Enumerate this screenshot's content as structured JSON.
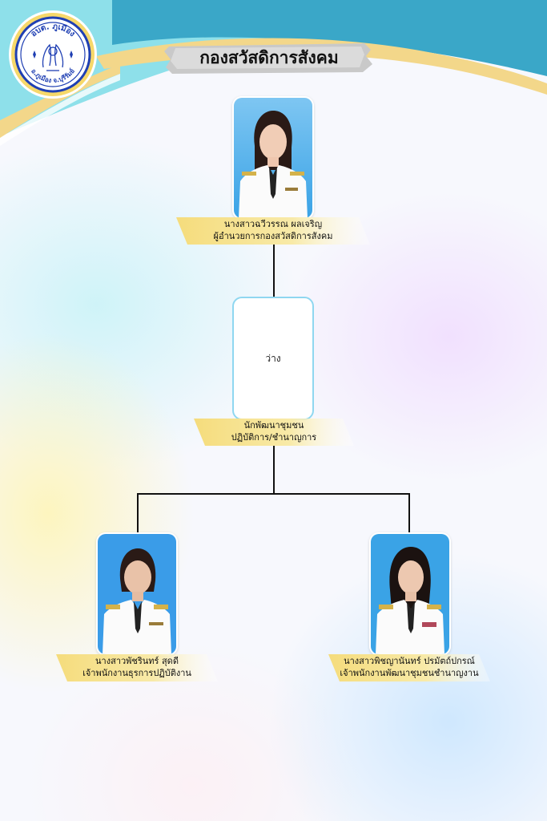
{
  "header": {
    "title": "กองสวัสดิการสังคม",
    "logo": {
      "top_text": "อบต. ภูเมือง",
      "bottom_text": "อ.ภูเมือง จ.บุรีรัมย์"
    }
  },
  "colors": {
    "wave_teal": "#3aa7c8",
    "wave_light": "#8ee0ea",
    "wave_gold": "#f3d78a",
    "ribbon_gold": "#f5e08f",
    "logo_blue": "#1f3fb3",
    "photo_bg": "#3aa3e6"
  },
  "org": {
    "director": {
      "name": "นางสาวฉวีวรรณ ผลเจริญ",
      "position": "ผู้อำนวยการกองสวัสดิการสังคม"
    },
    "middle": {
      "vacant_text": "ว่าง",
      "position_line1": "นักพัฒนาชุมชน",
      "position_line2": "ปฏิบัติการ/ชำนาญการ"
    },
    "staff_left": {
      "name": "นางสาวพัชรินทร์ สุดดี",
      "position": "เจ้าพนักงานธุรการปฏิบัติงาน"
    },
    "staff_right": {
      "name": "นางสาวพิชญานันทร์ ปรมัตถ์ปกรณ์",
      "position": "เจ้าพนักงานพัฒนาชุมชนชำนาญงาน"
    }
  }
}
